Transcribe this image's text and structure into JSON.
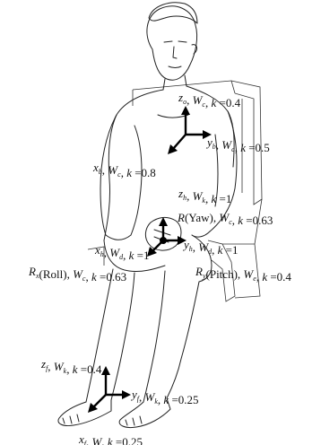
{
  "labels": {
    "torso_z": "z̃, W̃, k=0.4",
    "torso_y": "ỹ, W̃, k=0.5",
    "torso_x": "x̃, W̃, k=0.8",
    "hip_z": "z̃, W̃, k=1",
    "yaw": "R(Yaw), W̃, k=0.63",
    "hip_x": "x̃, W̃, k=1",
    "hip_y": "ỹ, W̃, k=1",
    "roll": "R̃(Roll), W̃, k=0.63",
    "pitch": "R̃(Pitch), W̃, k=0.4",
    "foot_z": "z̃, W̃, k=0.4",
    "foot_y": "ỹ, W̃, k=0.25",
    "foot_x": "x̃, W̃, k=0.25"
  },
  "parts": {
    "torso_z": [
      "z",
      "o",
      ", ",
      "W",
      "c",
      ", ",
      "k",
      " =0.4"
    ],
    "torso_y": [
      "y",
      "b",
      ", ",
      "W",
      "c",
      ", ",
      "k",
      " =0.5"
    ],
    "torso_x": [
      "x",
      "b",
      ", ",
      "W",
      "c",
      ", ",
      "k",
      " =0.8"
    ],
    "hip_z": [
      "z",
      "h",
      ", ",
      "W",
      "k",
      ", ",
      "k",
      " =1"
    ],
    "yaw": [
      "R",
      "",
      "(Yaw), ",
      "W",
      "c",
      ", ",
      "k",
      " =0.63"
    ],
    "hip_x": [
      "x",
      "h",
      ", ",
      "W",
      "d",
      ", ",
      "k",
      " =1"
    ],
    "hip_y": [
      "y",
      "h",
      ", ",
      "W",
      "d",
      ", ",
      "k",
      " =1"
    ],
    "roll": [
      "R",
      "x",
      "(Roll), ",
      "W",
      "c",
      ", ",
      "k",
      " =0.63"
    ],
    "pitch": [
      "R",
      "y",
      "(Pitch), ",
      "W",
      "e",
      ", ",
      "k",
      " =0.4"
    ],
    "foot_z": [
      "z",
      "f",
      ", ",
      "W",
      "k",
      ", ",
      "k",
      " =0.4"
    ],
    "foot_y": [
      "y",
      "f",
      ", ",
      "W",
      "k",
      ", ",
      "k",
      " =0.25"
    ],
    "foot_x": [
      "x",
      "f",
      ", ",
      "W",
      "",
      ", ",
      "k",
      " =0.25"
    ]
  }
}
